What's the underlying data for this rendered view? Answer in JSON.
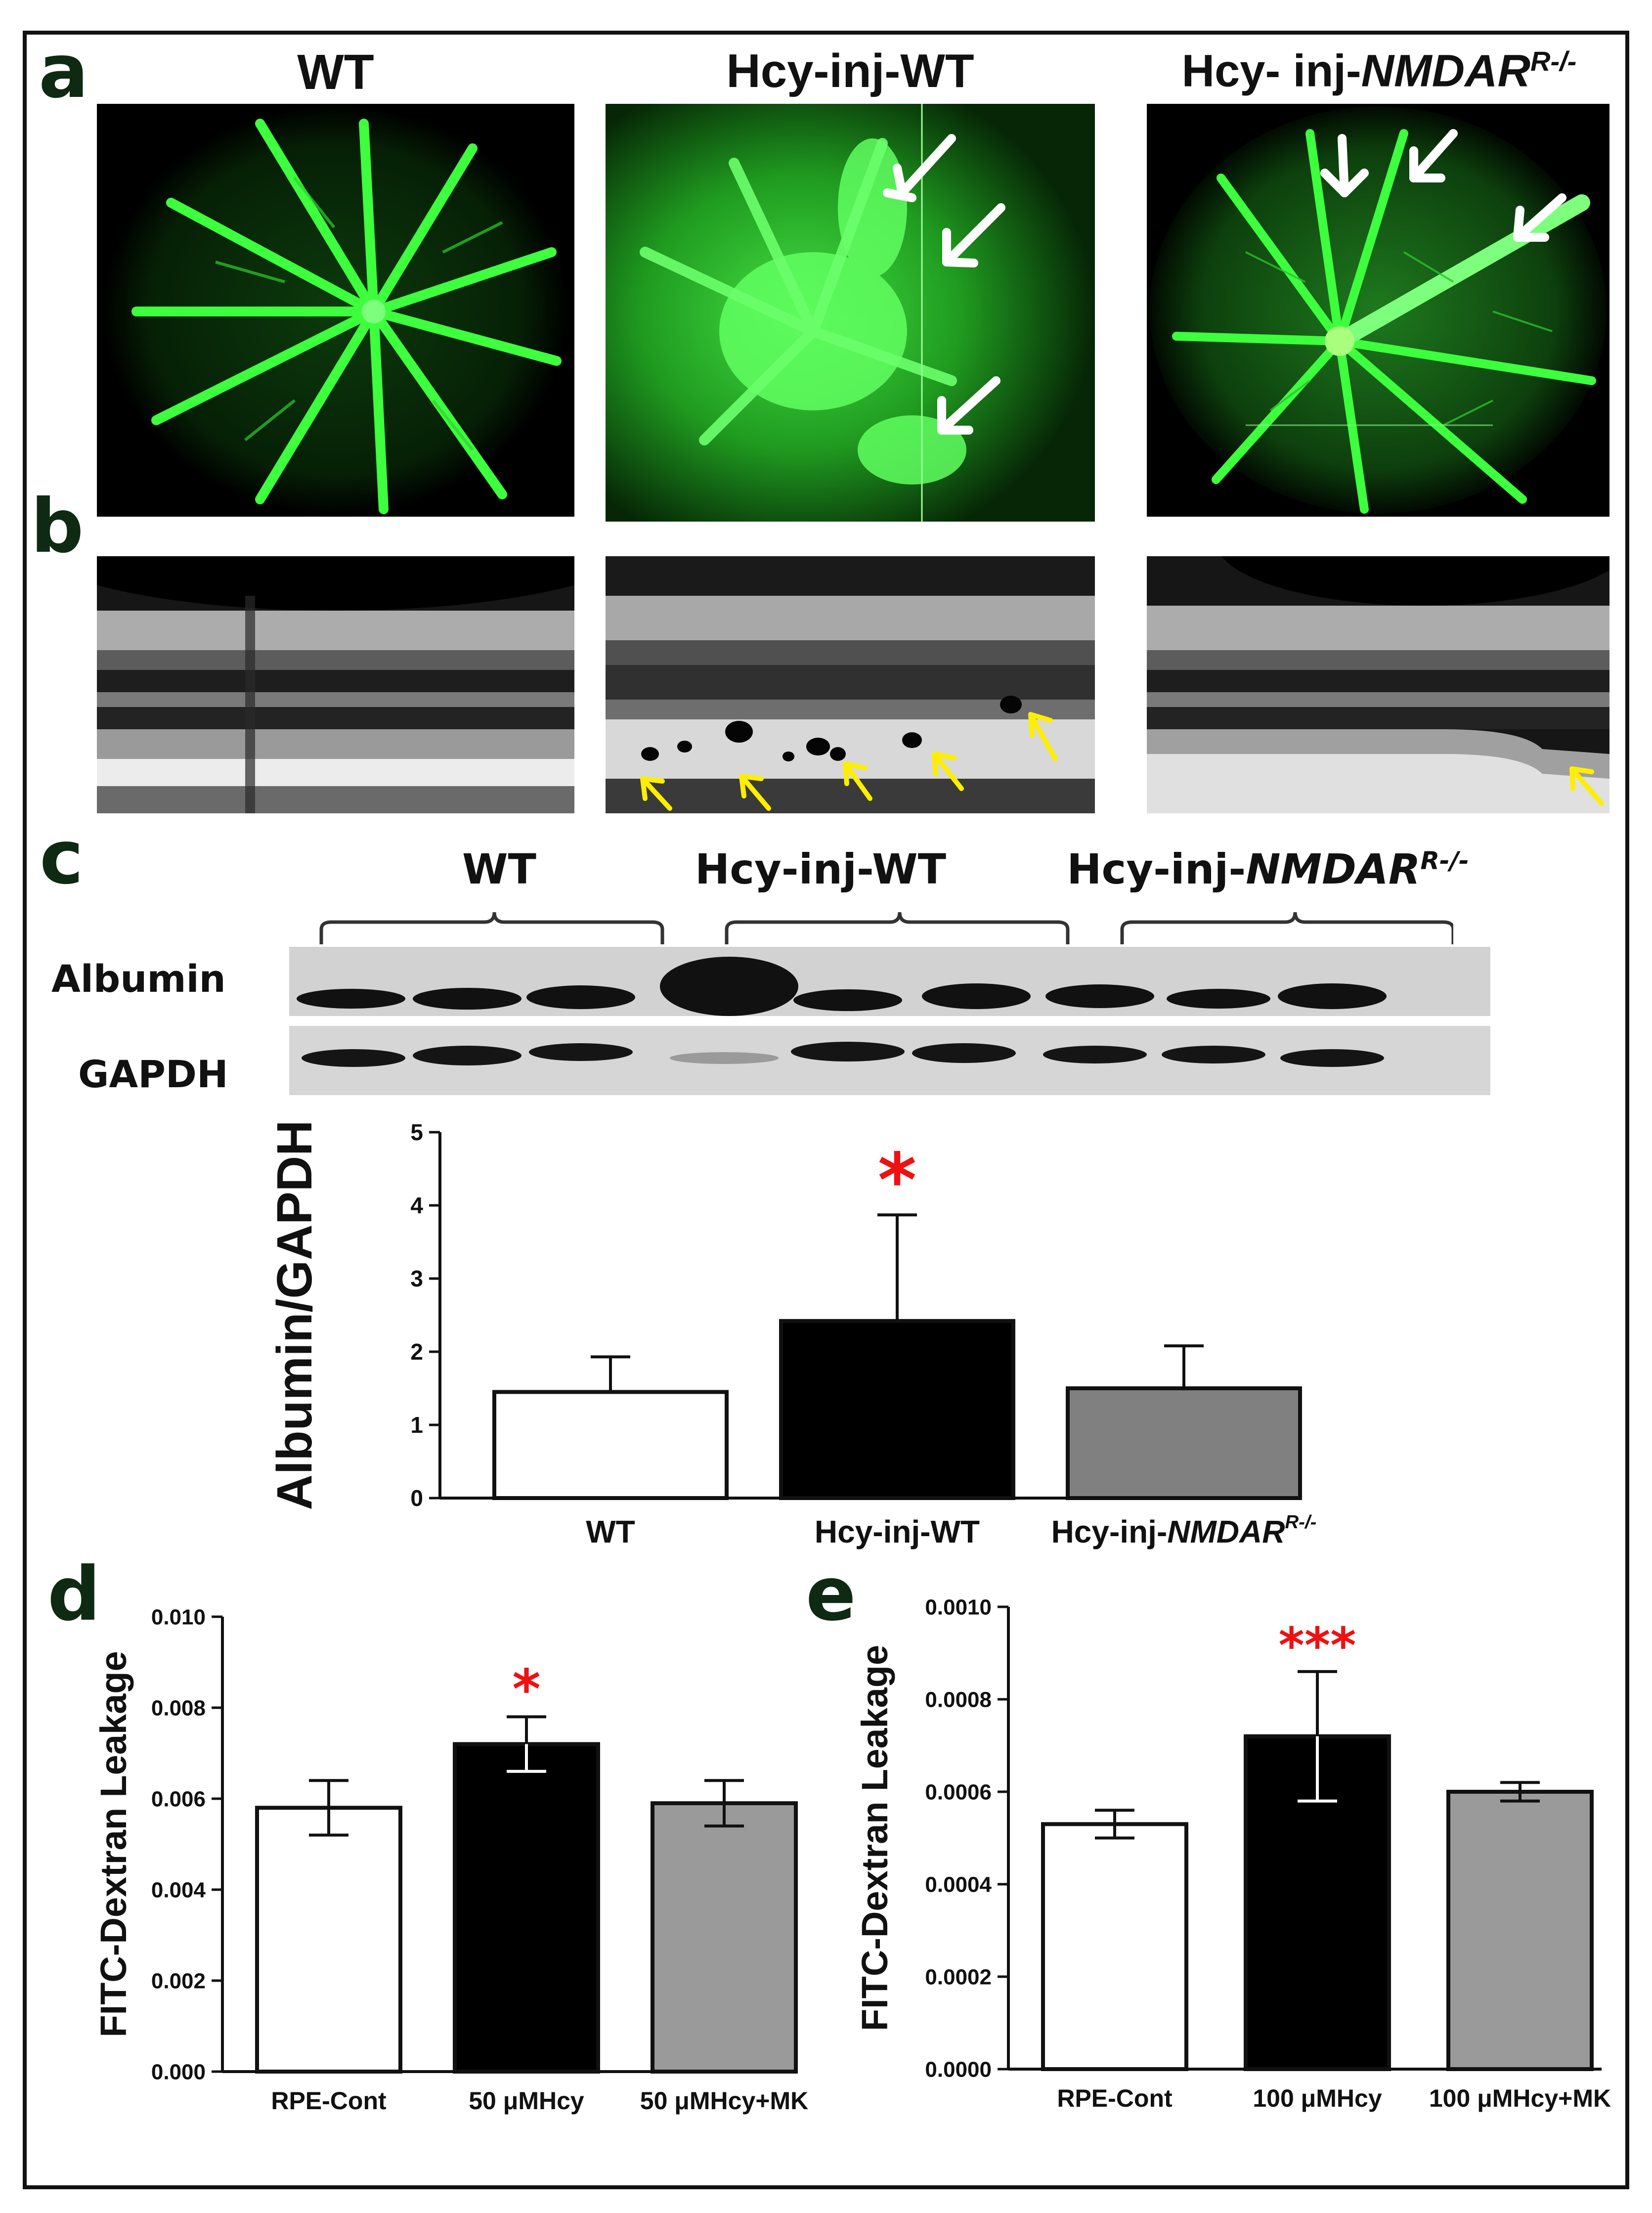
{
  "panels": {
    "a": "a",
    "b": "b",
    "c": "c",
    "d": "d",
    "e": "e"
  },
  "image_titles": {
    "wt": "WT",
    "hcy_wt": "Hcy-inj-WT",
    "hcy_ko_prefix": "Hcy- inj-",
    "hcy_ko_gene": "NMDAR",
    "hcy_ko_sup": "R-/-"
  },
  "blot": {
    "groups": {
      "wt": "WT",
      "hcy_wt": "Hcy-inj-WT",
      "hcy_ko_prefix": "Hcy-inj-",
      "hcy_ko_gene": "NMDAR",
      "hcy_ko_sup": "R-/-"
    },
    "rows": [
      "Albumin",
      "GAPDH"
    ],
    "lanes": 9
  },
  "colors": {
    "fundus_vessel": "#3dff3d",
    "wt_bar": "#ffffff",
    "hcy_bar": "#000000",
    "ko_bar": "#808080",
    "significance": "#e11111",
    "arrow_white": "#ffffff",
    "arrow_yellow": "#ffee00"
  },
  "chart_data": [
    {
      "id": "c",
      "type": "bar",
      "categories": [
        "WT",
        "Hcy-inj-WT",
        "Hcy-inj-NMDAR"
      ],
      "category_sup": [
        "",
        "",
        "R-/-"
      ],
      "values": [
        1.45,
        2.42,
        1.5
      ],
      "errors": [
        0.48,
        1.45,
        0.58
      ],
      "ylabel": "Albumin/GAPDH",
      "ylim": [
        0,
        5
      ],
      "yticks": [
        "0",
        "1",
        "2",
        "3",
        "4",
        "5"
      ],
      "significance": [
        "",
        "*",
        ""
      ]
    },
    {
      "id": "d",
      "type": "bar",
      "categories": [
        "RPE-Cont",
        "50 μMHcy",
        "50 μMHcy+MK"
      ],
      "values": [
        0.0058,
        0.0072,
        0.0059
      ],
      "errors": [
        0.0006,
        0.0006,
        0.0005
      ],
      "ylabel": "FITC-Dextran Leakage",
      "ylim": [
        0,
        0.01
      ],
      "yticks": [
        "0.000",
        "0.002",
        "0.004",
        "0.006",
        "0.008",
        "0.010"
      ],
      "significance": [
        "",
        "*",
        ""
      ]
    },
    {
      "id": "e",
      "type": "bar",
      "categories": [
        "RPE-Cont",
        "100 μMHcy",
        "100 μMHcy+MK"
      ],
      "values": [
        0.00053,
        0.00072,
        0.0006
      ],
      "errors": [
        3e-05,
        0.00014,
        2e-05
      ],
      "ylabel": "FITC-Dextran Leakage",
      "ylim": [
        0,
        0.001
      ],
      "yticks": [
        "0.0000",
        "0.0002",
        "0.0004",
        "0.0006",
        "0.0008",
        "0.0010"
      ],
      "significance": [
        "",
        "***",
        ""
      ]
    }
  ]
}
